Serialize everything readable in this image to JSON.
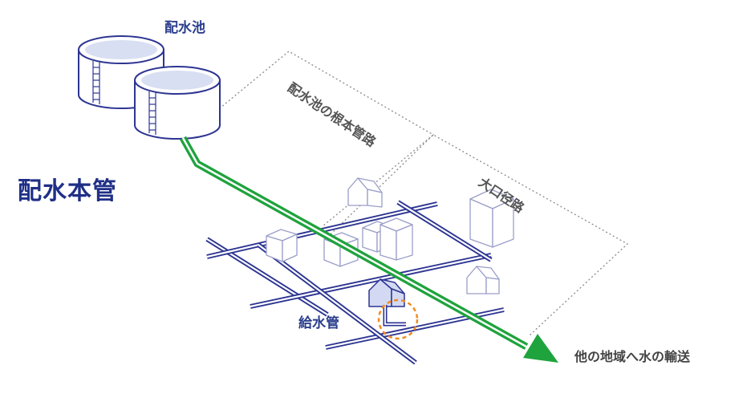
{
  "labels": {
    "reservoir": "配水池",
    "main_pipe": "配水本管",
    "root_route": "配水池の根本管路",
    "large_route": "大口径路",
    "service_pipe": "給水管",
    "transport": "他の地域へ水の輸送"
  },
  "colors": {
    "street": "#2d3592",
    "building_outline": "#9a9ec8",
    "highlight_house": "#d3d9f2",
    "main_pipe": "#1fa33d",
    "dashed_circle": "#f08a24",
    "dotted_boundary": "#8a8a8a",
    "text_dark_blue": "#1f2f86",
    "text_gray": "#555555"
  }
}
